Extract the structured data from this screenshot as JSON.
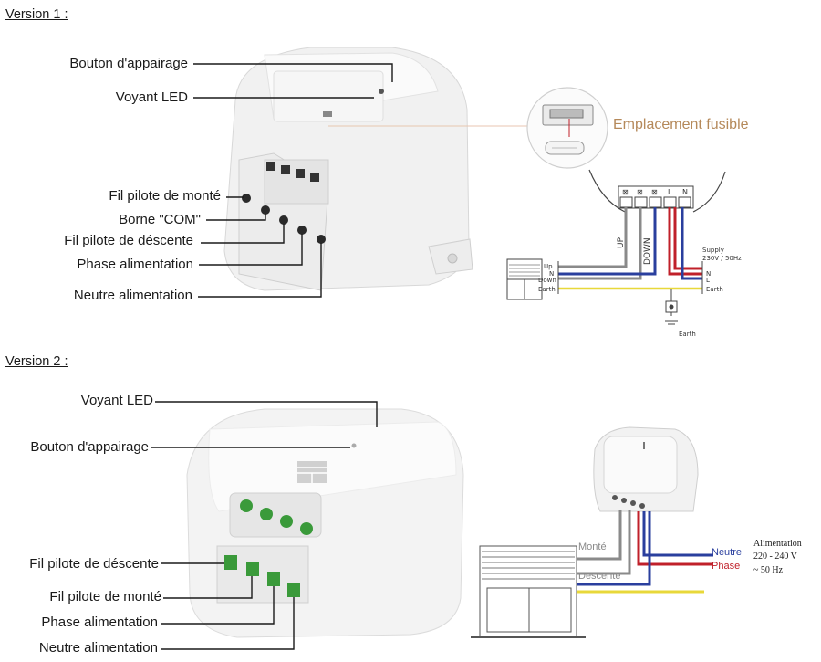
{
  "version1": {
    "title": "Version 1 :",
    "labels": {
      "pairing_button": "Bouton d'appairage",
      "led": "Voyant LED",
      "pilot_up": "Fil pilote de monté",
      "com": "Borne \"COM\"",
      "pilot_down": "Fil pilote de déscente",
      "phase": "Phase alimentation",
      "neutral": "Neutre alimentation"
    },
    "fuse_label": "Emplacement fusible",
    "wiring": {
      "up": "UP",
      "down": "DOWN",
      "supply_line1": "Supply",
      "supply_line2": "230V / 50Hz",
      "motor_up": "Up",
      "motor_n": "N",
      "motor_down": "Down",
      "motor_earth": "Earth",
      "supply_n": "N",
      "supply_l": "L",
      "supply_earth": "Earth",
      "earth_symbol_label": "Earth",
      "terminals": [
        "⊠",
        "⊠",
        "⊠",
        "L",
        "N"
      ]
    }
  },
  "version2": {
    "title": "Version 2 :",
    "labels": {
      "led": "Voyant LED",
      "pairing_button": "Bouton d'appairage",
      "pilot_down": "Fil pilote de déscente",
      "pilot_up": "Fil pilote de monté",
      "phase": "Phase alimentation",
      "neutral": "Neutre alimentation"
    },
    "wiring": {
      "monte": "Monté",
      "descente": "Descente",
      "neutre": "Neutre",
      "phase": "Phase",
      "alim_title": "Alimentation",
      "alim_voltage": "220 - 240 V",
      "alim_freq": "~ 50 Hz"
    }
  },
  "colors": {
    "fuse_label": "#b5895a",
    "neutral_blue": "#2a3f9e",
    "phase_red": "#c0202a",
    "earth_yellow": "#e8d83a",
    "pilot_gray": "#8a8a8a",
    "terminal_green": "#3a9a3a"
  }
}
